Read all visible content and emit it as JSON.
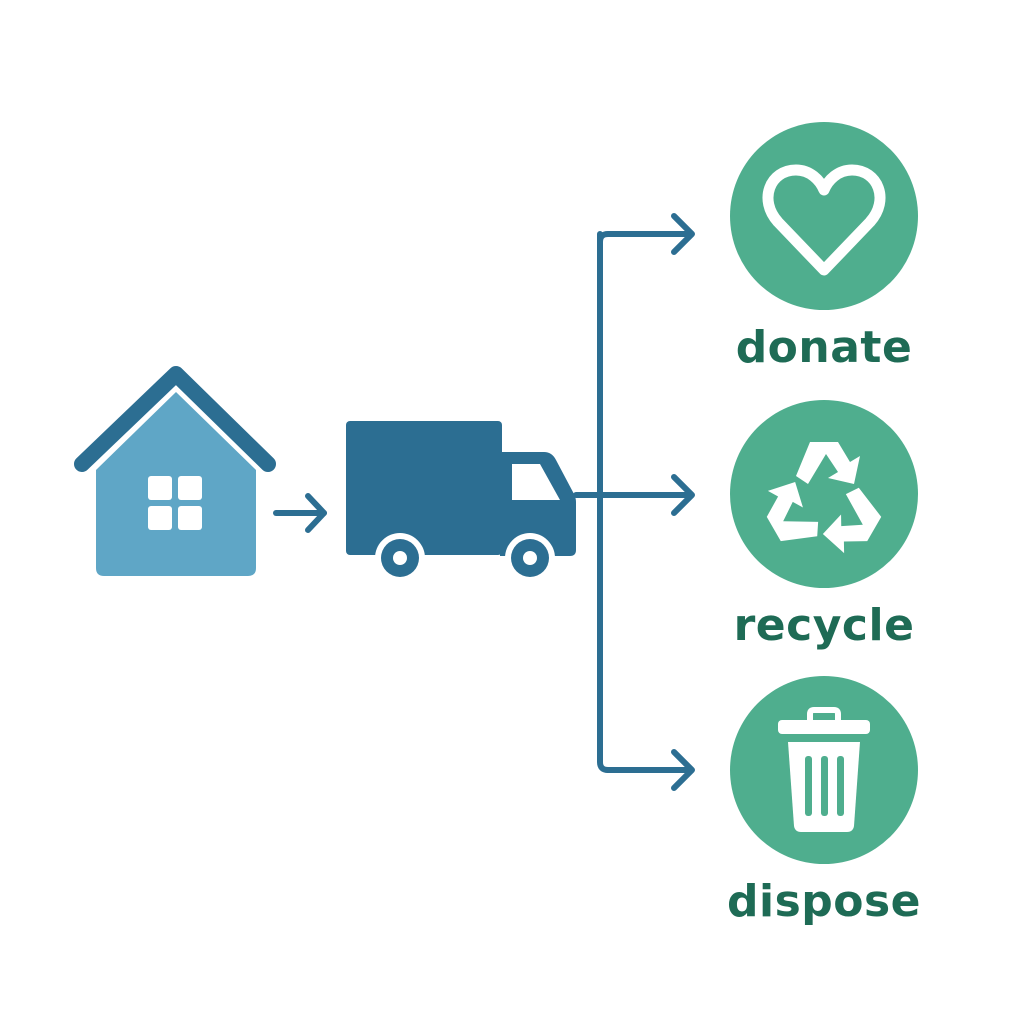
{
  "colors": {
    "house": "#5fa6c6",
    "house_roof": "#2c6e92",
    "truck": "#2c6e92",
    "arrows": "#2c6e92",
    "destination_circle": "#4fae8e",
    "destination_label": "#1e6b55",
    "icon_foreground": "#ffffff"
  },
  "source": {
    "icon": "house-icon"
  },
  "transport": {
    "icon": "truck-icon"
  },
  "destinations": [
    {
      "icon": "heart-icon",
      "label": "donate"
    },
    {
      "icon": "recycle-icon",
      "label": "recycle"
    },
    {
      "icon": "trash-can-icon",
      "label": "dispose"
    }
  ]
}
